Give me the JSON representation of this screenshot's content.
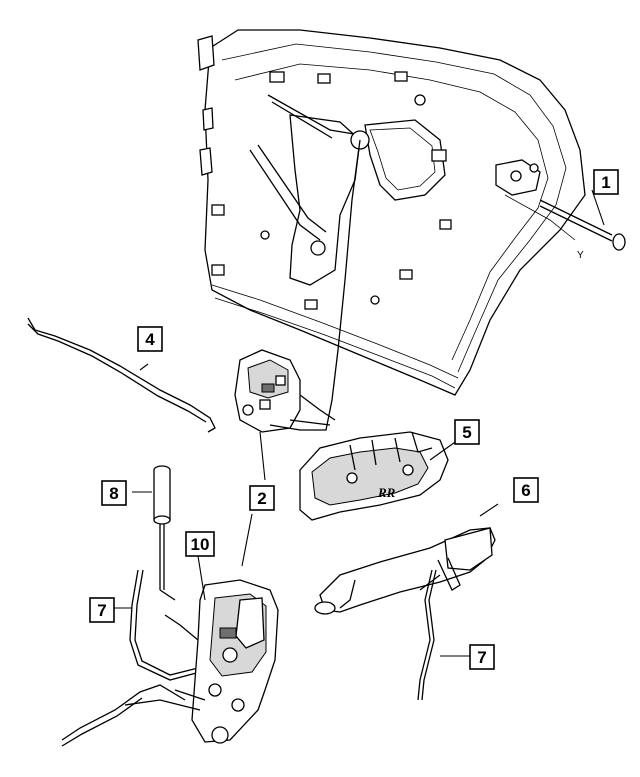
{
  "callouts": [
    {
      "id": "c1",
      "label": "1"
    },
    {
      "id": "c2",
      "label": "2"
    },
    {
      "id": "c4",
      "label": "4"
    },
    {
      "id": "c5",
      "label": "5"
    },
    {
      "id": "c6",
      "label": "6"
    },
    {
      "id": "c7a",
      "label": "7"
    },
    {
      "id": "c7b",
      "label": "7"
    },
    {
      "id": "c8",
      "label": "8"
    },
    {
      "id": "c10",
      "label": "10"
    }
  ],
  "handle_marking": "RR",
  "door_marking": "Y"
}
